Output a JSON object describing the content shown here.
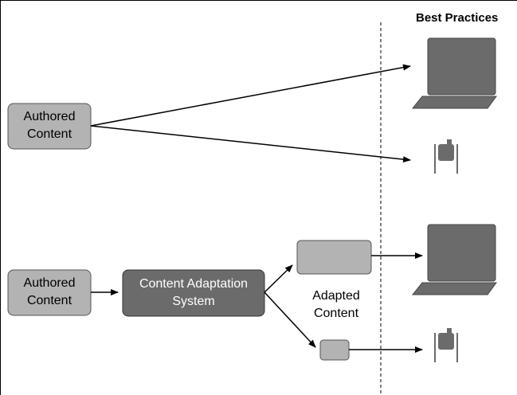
{
  "title": "Best Practices",
  "top_row": {
    "source_label_line1": "Authored",
    "source_label_line2": "Content"
  },
  "bottom_row": {
    "source_label_line1": "Authored",
    "source_label_line2": "Content",
    "adaptation_label_line1": "Content Adaptation",
    "adaptation_label_line2": "System",
    "adapted_label_line1": "Adapted",
    "adapted_label_line2": "Content"
  },
  "colors": {
    "light_box": "#b3b3b3",
    "dark_box": "#6b6b6b",
    "device": "#6b6b6b",
    "line": "#000000"
  },
  "icons": [
    "laptop-icon",
    "mobile-phone-icon"
  ]
}
